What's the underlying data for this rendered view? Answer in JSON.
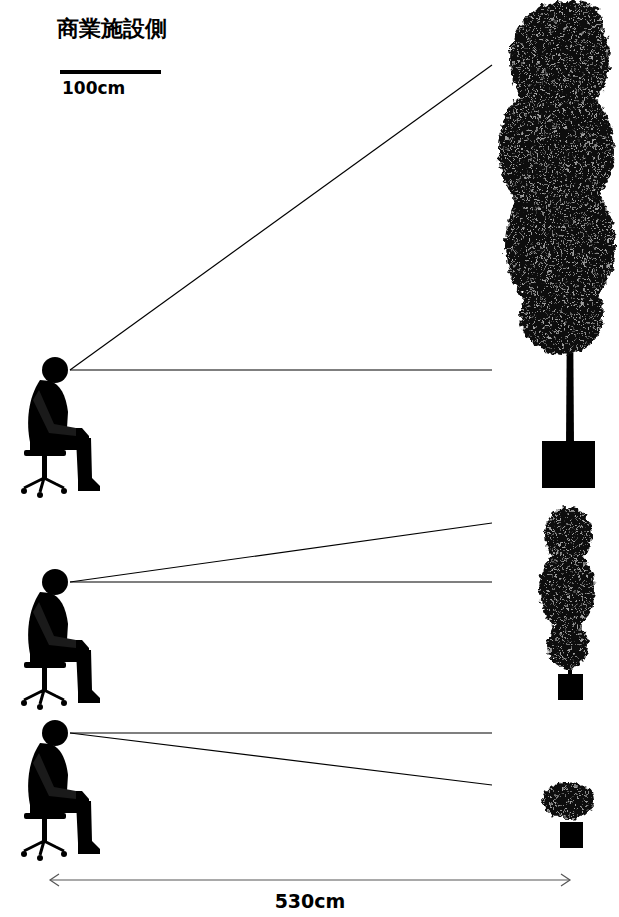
{
  "diagram": {
    "title": "商業施設側",
    "labels": [
      "100cm",
      "530cm"
    ]
  }
}
